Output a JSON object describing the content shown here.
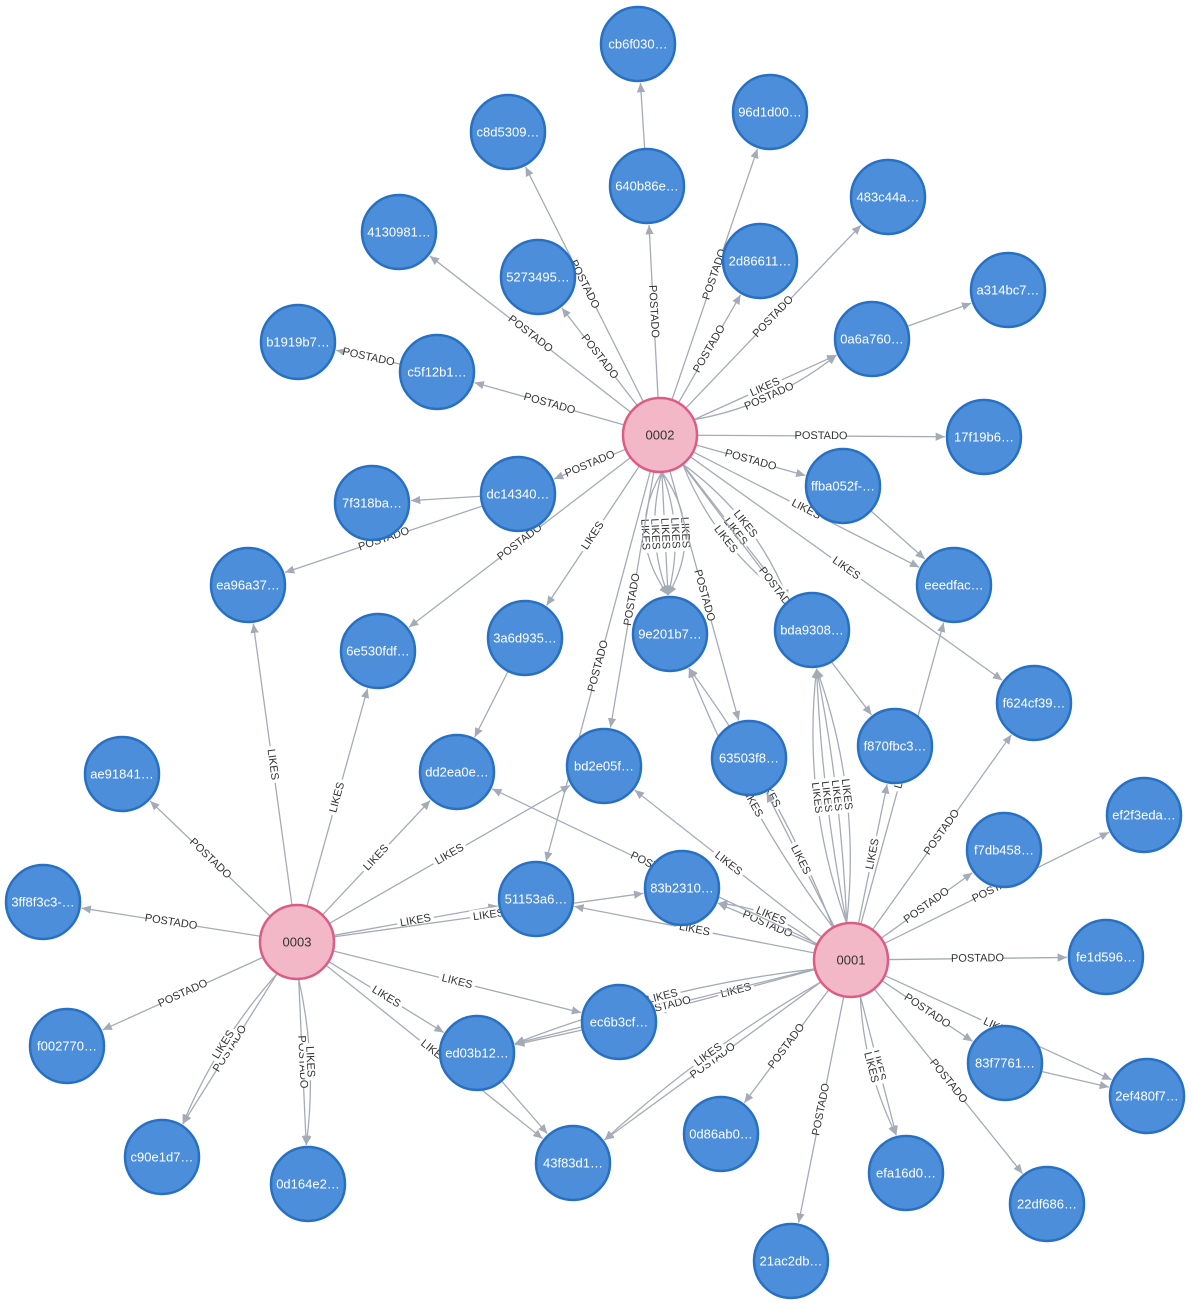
{
  "colors": {
    "post_node_fill": "#4c8eda",
    "post_node_stroke": "#2870c2",
    "post_label": "#ffffff",
    "user_node_fill": "#f2b8c8",
    "user_node_stroke": "#dc5c83",
    "user_label": "#333333",
    "edge": "#a5abb6"
  },
  "nodes": [
    {
      "id": "u1",
      "label": "0001",
      "kind": "user"
    },
    {
      "id": "u2",
      "label": "0002",
      "kind": "user"
    },
    {
      "id": "u3",
      "label": "0003",
      "kind": "user"
    },
    {
      "id": "cb6",
      "label": "cb6f030…",
      "kind": "post"
    },
    {
      "id": "c8d",
      "label": "c8d5309…",
      "kind": "post"
    },
    {
      "id": "96d",
      "label": "96d1d00…",
      "kind": "post"
    },
    {
      "id": "640",
      "label": "640b86e…",
      "kind": "post"
    },
    {
      "id": "413",
      "label": "4130981…",
      "kind": "post"
    },
    {
      "id": "483",
      "label": "483c44a…",
      "kind": "post"
    },
    {
      "id": "527",
      "label": "5273495…",
      "kind": "post"
    },
    {
      "id": "2d8",
      "label": "2d86611…",
      "kind": "post"
    },
    {
      "id": "a31",
      "label": "a314bc7…",
      "kind": "post"
    },
    {
      "id": "b19",
      "label": "b1919b7…",
      "kind": "post"
    },
    {
      "id": "c5f",
      "label": "c5f12b1…",
      "kind": "post"
    },
    {
      "id": "0a6",
      "label": "0a6a760…",
      "kind": "post"
    },
    {
      "id": "17f",
      "label": "17f19b6…",
      "kind": "post"
    },
    {
      "id": "7f3",
      "label": "7f318ba…",
      "kind": "post"
    },
    {
      "id": "dc1",
      "label": "dc14340…",
      "kind": "post"
    },
    {
      "id": "ffb",
      "label": "ffba052f-…",
      "kind": "post"
    },
    {
      "id": "ea9",
      "label": "ea96a37…",
      "kind": "post"
    },
    {
      "id": "eee",
      "label": "eeedfac…",
      "kind": "post"
    },
    {
      "id": "3a6",
      "label": "3a6d935…",
      "kind": "post"
    },
    {
      "id": "9e2",
      "label": "9e201b7…",
      "kind": "post"
    },
    {
      "id": "bda",
      "label": "bda9308…",
      "kind": "post"
    },
    {
      "id": "6e5",
      "label": "6e530fdf…",
      "kind": "post"
    },
    {
      "id": "f62",
      "label": "f624cf39…",
      "kind": "post"
    },
    {
      "id": "635",
      "label": "63503f8…",
      "kind": "post"
    },
    {
      "id": "f87",
      "label": "f870fbc3…",
      "kind": "post"
    },
    {
      "id": "ae9",
      "label": "ae91841…",
      "kind": "post"
    },
    {
      "id": "dd2",
      "label": "dd2ea0e…",
      "kind": "post"
    },
    {
      "id": "bd2",
      "label": "bd2e05f…",
      "kind": "post"
    },
    {
      "id": "ef2",
      "label": "ef2f3eda…",
      "kind": "post"
    },
    {
      "id": "f7d",
      "label": "f7db458…",
      "kind": "post"
    },
    {
      "id": "3f8",
      "label": "3ff8f3c3-…",
      "kind": "post"
    },
    {
      "id": "511",
      "label": "51153a6…",
      "kind": "post"
    },
    {
      "id": "83b",
      "label": "83b2310…",
      "kind": "post"
    },
    {
      "id": "fe1",
      "label": "fe1d596…",
      "kind": "post"
    },
    {
      "id": "f00",
      "label": "f002770…",
      "kind": "post"
    },
    {
      "id": "ec6",
      "label": "ec6b3cf…",
      "kind": "post"
    },
    {
      "id": "ed0",
      "label": "ed03b12…",
      "kind": "post"
    },
    {
      "id": "83f",
      "label": "83f7761…",
      "kind": "post"
    },
    {
      "id": "2ef",
      "label": "2ef480f7…",
      "kind": "post"
    },
    {
      "id": "c90",
      "label": "c90e1d7…",
      "kind": "post"
    },
    {
      "id": "0d1",
      "label": "0d164e2…",
      "kind": "post"
    },
    {
      "id": "43f",
      "label": "43f83d1…",
      "kind": "post"
    },
    {
      "id": "0d8",
      "label": "0d86ab0…",
      "kind": "post"
    },
    {
      "id": "efa",
      "label": "efa16d0…",
      "kind": "post"
    },
    {
      "id": "22d",
      "label": "22df686…",
      "kind": "post"
    },
    {
      "id": "21a",
      "label": "21ac2db…",
      "kind": "post"
    }
  ],
  "edges": [
    {
      "from": "u2",
      "to": "c8d",
      "label": "POSTADO"
    },
    {
      "from": "640",
      "to": "cb6",
      "label": ""
    },
    {
      "from": "u2",
      "to": "640",
      "label": "POSTADO"
    },
    {
      "from": "u2",
      "to": "96d",
      "label": "POSTADO"
    },
    {
      "from": "u2",
      "to": "413",
      "label": "POSTADO"
    },
    {
      "from": "u2",
      "to": "527",
      "label": "POSTADO"
    },
    {
      "from": "u2",
      "to": "2d8",
      "label": "POSTADO"
    },
    {
      "from": "u2",
      "to": "483",
      "label": "POSTADO"
    },
    {
      "from": "0a6",
      "to": "a31",
      "label": ""
    },
    {
      "from": "u2",
      "to": "0a6",
      "label": "LIKES"
    },
    {
      "from": "u2",
      "to": "0a6",
      "label": "POSTADO",
      "bend": 20
    },
    {
      "from": "u2",
      "to": "c5f",
      "label": "POSTADO"
    },
    {
      "from": "c5f",
      "to": "b19",
      "label": "POSTADO"
    },
    {
      "from": "u2",
      "to": "17f",
      "label": "POSTADO"
    },
    {
      "from": "u2",
      "to": "ffb",
      "label": "POSTADO"
    },
    {
      "from": "ffb",
      "to": "eee",
      "label": ""
    },
    {
      "from": "u2",
      "to": "eee",
      "label": "LIKES"
    },
    {
      "from": "u2",
      "to": "dc1",
      "label": "POSTADO"
    },
    {
      "from": "dc1",
      "to": "7f3",
      "label": ""
    },
    {
      "from": "dc1",
      "to": "ea9",
      "label": "POSTADO"
    },
    {
      "from": "u2",
      "to": "6e5",
      "label": "POSTADO"
    },
    {
      "from": "u2",
      "to": "3a6",
      "label": "LIKES"
    },
    {
      "from": "u2",
      "to": "9e2",
      "label": "LIKES",
      "bend": -40
    },
    {
      "from": "u2",
      "to": "9e2",
      "label": "LIKES",
      "bend": -20
    },
    {
      "from": "u2",
      "to": "9e2",
      "label": "LIKES",
      "bend": 0
    },
    {
      "from": "u2",
      "to": "9e2",
      "label": "LIKES",
      "bend": 20
    },
    {
      "from": "u2",
      "to": "9e2",
      "label": "LIKES",
      "bend": 40
    },
    {
      "from": "u2",
      "to": "bda",
      "label": "LIKES",
      "bend": -25
    },
    {
      "from": "u2",
      "to": "bda",
      "label": "LIKES",
      "bend": 0
    },
    {
      "from": "u2",
      "to": "bda",
      "label": "LIKES",
      "bend": 25
    },
    {
      "from": "u2",
      "to": "f62",
      "label": "LIKES"
    },
    {
      "from": "u2",
      "to": "635",
      "label": "POSTADO"
    },
    {
      "from": "u2",
      "to": "f87",
      "label": "POSTADO"
    },
    {
      "from": "u2",
      "to": "bd2",
      "label": "POSTADO"
    },
    {
      "from": "u2",
      "to": "511",
      "label": "POSTADO"
    },
    {
      "from": "3a6",
      "to": "dd2",
      "label": ""
    },
    {
      "from": "u3",
      "to": "ea9",
      "label": "LIKES"
    },
    {
      "from": "u3",
      "to": "6e5",
      "label": "LIKES"
    },
    {
      "from": "u3",
      "to": "dd2",
      "label": "LIKES"
    },
    {
      "from": "u3",
      "to": "bd2",
      "label": "LIKES"
    },
    {
      "from": "u3",
      "to": "511",
      "label": "LIKES"
    },
    {
      "from": "u3",
      "to": "83b",
      "label": "LIKES"
    },
    {
      "from": "u3",
      "to": "ae9",
      "label": "POSTADO"
    },
    {
      "from": "u3",
      "to": "3f8",
      "label": "POSTADO"
    },
    {
      "from": "u3",
      "to": "f00",
      "label": "POSTADO"
    },
    {
      "from": "u3",
      "to": "c90",
      "label": "POSTADO"
    },
    {
      "from": "u3",
      "to": "c90",
      "label": "LIKES",
      "bend": 15
    },
    {
      "from": "u3",
      "to": "0d1",
      "label": "POSTADO"
    },
    {
      "from": "u3",
      "to": "0d1",
      "label": "LIKES",
      "bend": -15
    },
    {
      "from": "u3",
      "to": "ec6",
      "label": "LIKES"
    },
    {
      "from": "u3",
      "to": "ed0",
      "label": "LIKES"
    },
    {
      "from": "u3",
      "to": "43f",
      "label": "LIKES"
    },
    {
      "from": "u1",
      "to": "83b",
      "label": "POSTADO"
    },
    {
      "from": "u1",
      "to": "83b",
      "label": "LIKES",
      "bend": 18
    },
    {
      "from": "u1",
      "to": "511",
      "label": "LIKES"
    },
    {
      "from": "u1",
      "to": "dd2",
      "label": "POSTADO"
    },
    {
      "from": "u1",
      "to": "bd2",
      "label": "LIKES"
    },
    {
      "from": "u1",
      "to": "9e2",
      "label": "LIKES",
      "bend": -20
    },
    {
      "from": "u1",
      "to": "9e2",
      "label": "LIKES",
      "bend": 20
    },
    {
      "from": "u1",
      "to": "635",
      "label": "LIKES"
    },
    {
      "from": "u1",
      "to": "bda",
      "label": "LIKES",
      "bend": -30
    },
    {
      "from": "u1",
      "to": "bda",
      "label": "LIKES",
      "bend": -10
    },
    {
      "from": "u1",
      "to": "bda",
      "label": "LIKES",
      "bend": 10
    },
    {
      "from": "u1",
      "to": "bda",
      "label": "LIKES",
      "bend": 30
    },
    {
      "from": "u1",
      "to": "f87",
      "label": "LIKES"
    },
    {
      "from": "u1",
      "to": "f7d",
      "label": "POSTADO"
    },
    {
      "from": "u1",
      "to": "f62",
      "label": "POSTADO"
    },
    {
      "from": "u1",
      "to": "eee",
      "label": "LIKES"
    },
    {
      "from": "u1",
      "to": "ef2",
      "label": "POSTADO"
    },
    {
      "from": "u1",
      "to": "fe1",
      "label": "POSTADO"
    },
    {
      "from": "u1",
      "to": "83f",
      "label": "POSTADO"
    },
    {
      "from": "u1",
      "to": "2ef",
      "label": "LIKES"
    },
    {
      "from": "83f",
      "to": "2ef",
      "label": ""
    },
    {
      "from": "u1",
      "to": "22d",
      "label": "POSTADO"
    },
    {
      "from": "u1",
      "to": "efa",
      "label": "LIKES"
    },
    {
      "from": "u1",
      "to": "efa",
      "label": "LIKES",
      "bend": 15
    },
    {
      "from": "u1",
      "to": "21a",
      "label": "POSTADO"
    },
    {
      "from": "u1",
      "to": "0d8",
      "label": "POSTADO"
    },
    {
      "from": "u1",
      "to": "43f",
      "label": "POSTADO"
    },
    {
      "from": "u1",
      "to": "43f",
      "label": "LIKES",
      "bend": 15
    },
    {
      "from": "u1",
      "to": "ec6",
      "label": "LIKES"
    },
    {
      "from": "u1",
      "to": "ed0",
      "label": "POSTADO"
    },
    {
      "from": "u1",
      "to": "ed0",
      "label": "LIKES",
      "bend": 20
    },
    {
      "from": "ec6",
      "to": "ed0",
      "label": ""
    },
    {
      "from": "ed0",
      "to": "43f",
      "label": ""
    }
  ]
}
